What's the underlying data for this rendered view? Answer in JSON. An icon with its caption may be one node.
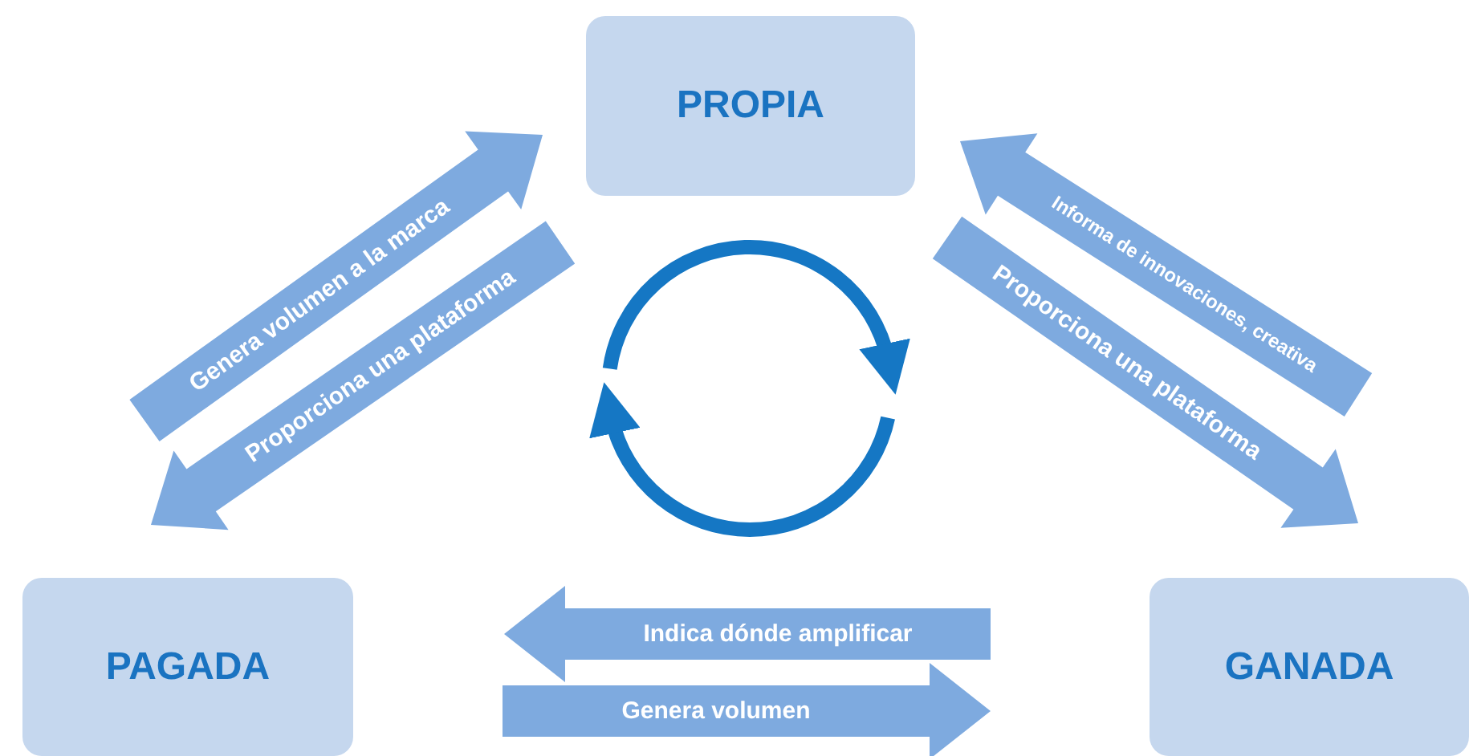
{
  "diagram": {
    "nodes": [
      {
        "text": [
          "PROPIA"
        ]
      },
      {
        "text": [
          "PAGADA"
        ]
      },
      {
        "text": [
          "GANADA"
        ]
      }
    ],
    "edges": [
      {
        "from": 1,
        "to": 0,
        "arrow": "to",
        "label": "Genera volumen a la marca"
      },
      {
        "from": 0,
        "to": 1,
        "arrow": "to",
        "label": "Proporciona una plataforma"
      },
      {
        "from": 2,
        "to": 0,
        "arrow": "to",
        "label": "Informa de innovaciones, creativa"
      },
      {
        "from": 0,
        "to": 2,
        "arrow": "to",
        "label": "Proporciona una plataforma"
      },
      {
        "from": 2,
        "to": 1,
        "arrow": "to",
        "label": "Indica dónde amplificar"
      },
      {
        "from": 1,
        "to": 2,
        "arrow": "to",
        "label": "Genera volumen"
      }
    ]
  }
}
